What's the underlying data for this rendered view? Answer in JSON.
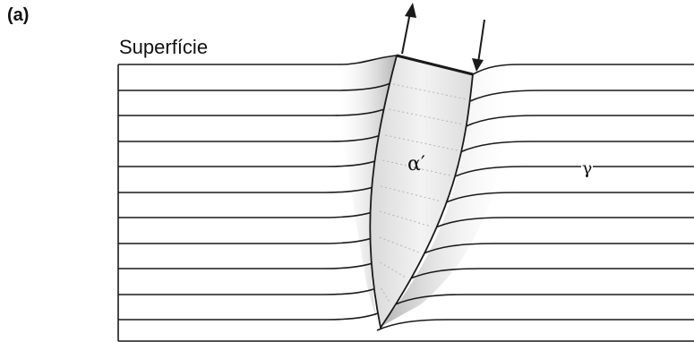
{
  "figure": {
    "panel_label": "(a)",
    "surface_label": "Superfície",
    "martensite_label": "α′",
    "austenite_label": "γ",
    "colors": {
      "line": "#1a1a1a",
      "plate_fill": "#e9e9e9",
      "shadow": "#9a9a9a",
      "dotted": "#b5b5b5"
    }
  }
}
